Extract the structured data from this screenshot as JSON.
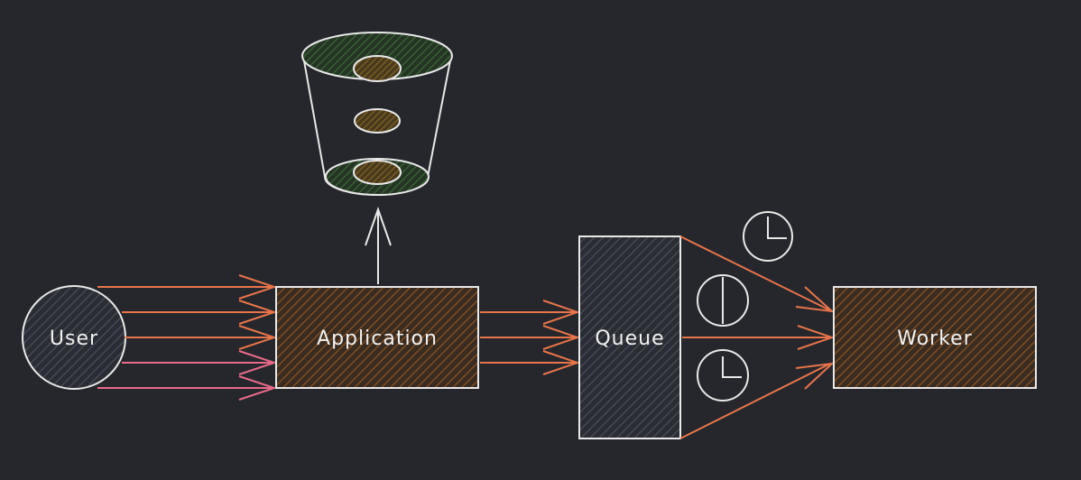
{
  "nodes": {
    "user": {
      "label": "User"
    },
    "application": {
      "label": "Application"
    },
    "queue": {
      "label": "Queue"
    },
    "worker": {
      "label": "Worker"
    },
    "storage": {
      "label": ""
    }
  },
  "colors": {
    "background": "#25272c",
    "stroke": "#e9e9e9",
    "arrow": "#e8744a",
    "arrow_pink": "#e86a8a",
    "box_fill": "#5c3a1c",
    "queue_fill": "#3a3e46",
    "bucket_fill": "#2f4a2c",
    "disc_fill": "#6a4a22"
  },
  "icons": [
    "clock-icon",
    "clock-icon",
    "clock-icon",
    "bucket-icon"
  ]
}
